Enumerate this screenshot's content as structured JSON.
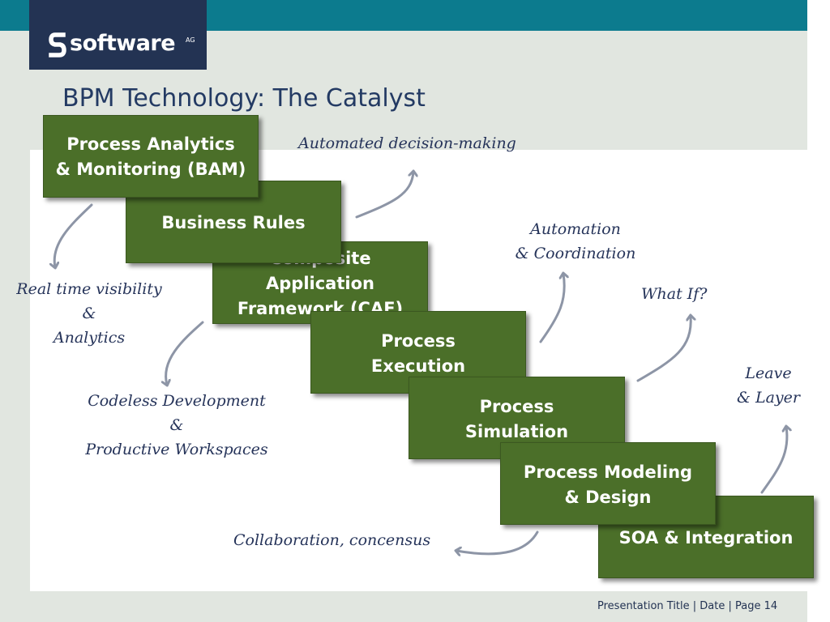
{
  "header": {
    "logo_text": "software",
    "logo_suffix": "AG",
    "title": "BPM Technology: The Catalyst"
  },
  "steps": [
    {
      "lines": [
        "Composite",
        "Application",
        "Framework (CAF)"
      ]
    },
    {
      "lines": [
        "Business Rules"
      ]
    },
    {
      "lines": [
        "Process Analytics",
        "& Monitoring (BAM)"
      ]
    },
    {
      "lines": [
        "Process",
        "Execution"
      ]
    },
    {
      "lines": [
        "Process",
        "Simulation"
      ]
    },
    {
      "lines": [
        "SOA & Integration"
      ]
    },
    {
      "lines": [
        "Process Modeling",
        "& Design"
      ]
    }
  ],
  "annotations": {
    "automated": {
      "lines": [
        "Automated decision-making"
      ]
    },
    "automation": {
      "lines": [
        "Automation",
        "& Coordination"
      ]
    },
    "what_if": {
      "lines": [
        "What If?"
      ]
    },
    "leave": {
      "lines": [
        "Leave",
        "& Layer"
      ]
    },
    "realtime": {
      "lines": [
        "Real time visibility",
        "&",
        "Analytics"
      ]
    },
    "codeless": {
      "lines": [
        "Codeless Development",
        "&",
        "Productive Workspaces"
      ]
    },
    "collab": {
      "lines": [
        "Collaboration, concensus"
      ]
    }
  },
  "footer": {
    "text": "Presentation Title  |  Date  |  Page 14"
  },
  "colors": {
    "box_fill": "#4b6f29",
    "topbar": "#0c7b8e",
    "logo_bg": "#233353",
    "title": "#233a63",
    "arrow": "#8d95a6"
  }
}
